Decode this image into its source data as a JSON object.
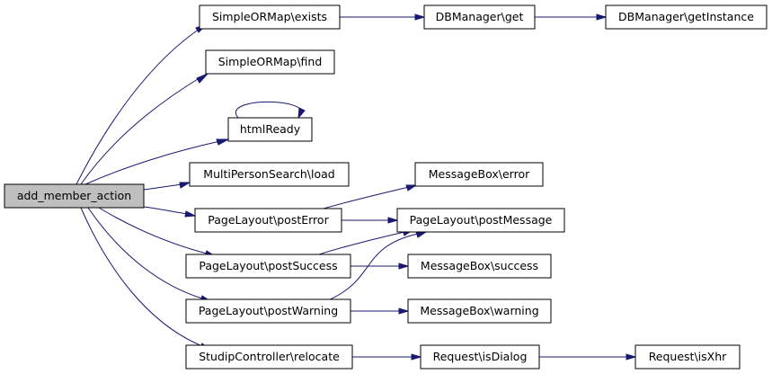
{
  "colors": {
    "edge": "#191970",
    "node_fill": "#ffffff",
    "root_fill": "#bfbfbf",
    "border": "#000000"
  },
  "graph": {
    "nodes": [
      {
        "id": "add_member_action",
        "label": "add_member_action",
        "root": true
      },
      {
        "id": "orm_exists",
        "label": "SimpleORMap\\exists"
      },
      {
        "id": "db_get",
        "label": "DBManager\\get"
      },
      {
        "id": "db_getinstance",
        "label": "DBManager\\getInstance"
      },
      {
        "id": "orm_find",
        "label": "SimpleORMap\\find"
      },
      {
        "id": "htmlready",
        "label": "htmlReady"
      },
      {
        "id": "mps_load",
        "label": "MultiPersonSearch\\load"
      },
      {
        "id": "mb_error",
        "label": "MessageBox\\error"
      },
      {
        "id": "pl_posterror",
        "label": "PageLayout\\postError"
      },
      {
        "id": "pl_postmessage",
        "label": "PageLayout\\postMessage"
      },
      {
        "id": "pl_postsuccess",
        "label": "PageLayout\\postSuccess"
      },
      {
        "id": "mb_success",
        "label": "MessageBox\\success"
      },
      {
        "id": "pl_postwarning",
        "label": "PageLayout\\postWarning"
      },
      {
        "id": "mb_warning",
        "label": "MessageBox\\warning"
      },
      {
        "id": "sc_relocate",
        "label": "StudipController\\relocate"
      },
      {
        "id": "req_isdialog",
        "label": "Request\\isDialog"
      },
      {
        "id": "req_isxhr",
        "label": "Request\\isXhr"
      }
    ],
    "edges": [
      {
        "from": "add_member_action",
        "to": "orm_exists"
      },
      {
        "from": "add_member_action",
        "to": "orm_find"
      },
      {
        "from": "add_member_action",
        "to": "htmlready"
      },
      {
        "from": "add_member_action",
        "to": "mps_load"
      },
      {
        "from": "add_member_action",
        "to": "pl_posterror"
      },
      {
        "from": "add_member_action",
        "to": "pl_postsuccess"
      },
      {
        "from": "add_member_action",
        "to": "pl_postwarning"
      },
      {
        "from": "add_member_action",
        "to": "sc_relocate"
      },
      {
        "from": "orm_exists",
        "to": "db_get"
      },
      {
        "from": "db_get",
        "to": "db_getinstance"
      },
      {
        "from": "htmlready",
        "to": "htmlready"
      },
      {
        "from": "pl_posterror",
        "to": "mb_error"
      },
      {
        "from": "pl_posterror",
        "to": "pl_postmessage"
      },
      {
        "from": "pl_postsuccess",
        "to": "pl_postmessage"
      },
      {
        "from": "pl_postsuccess",
        "to": "mb_success"
      },
      {
        "from": "pl_postwarning",
        "to": "pl_postmessage"
      },
      {
        "from": "pl_postwarning",
        "to": "mb_warning"
      },
      {
        "from": "sc_relocate",
        "to": "req_isdialog"
      },
      {
        "from": "req_isdialog",
        "to": "req_isxhr"
      }
    ]
  }
}
